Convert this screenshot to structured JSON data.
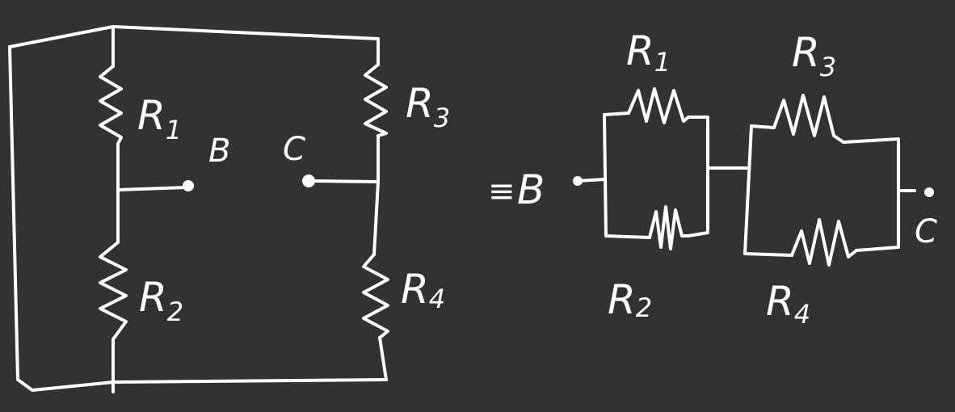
{
  "left_circuit": {
    "resistors": [
      {
        "name": "R",
        "sub": "1"
      },
      {
        "name": "R",
        "sub": "2"
      },
      {
        "name": "R",
        "sub": "3"
      },
      {
        "name": "R",
        "sub": "4"
      }
    ],
    "nodes": {
      "b": "B",
      "c": "C"
    }
  },
  "equivalent": {
    "symbol": "≡",
    "start_node": "B",
    "end_node": "C",
    "resistors": [
      {
        "name": "R",
        "sub": "1"
      },
      {
        "name": "R",
        "sub": "2"
      },
      {
        "name": "R",
        "sub": "3"
      },
      {
        "name": "R",
        "sub": "4"
      }
    ]
  },
  "colors": {
    "background": "#323232",
    "ink": "#ffffff"
  }
}
